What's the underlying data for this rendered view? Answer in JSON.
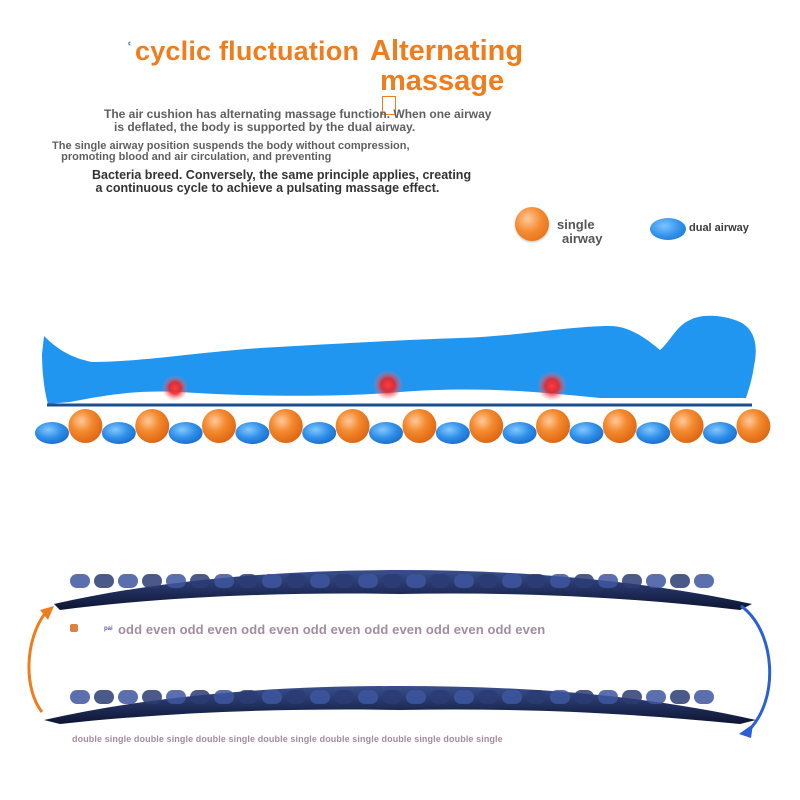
{
  "title": {
    "part1": "cyclic fluctuation",
    "part2_line1": "Alternating",
    "part2_line2": "massage"
  },
  "paragraphs": [
    "The air cushion has alternating massage function. When one airway\n   is deflated, the body is supported by the dual airway.",
    "The single airway position suspends the body without compression,\n   promoting blood and air circulation, and preventing",
    "Bacteria breed. Conversely, the same principle applies, creating\n a continuous cycle to achieve a pulsating massage effect."
  ],
  "legend": {
    "single_line1": "single",
    "single_line2": "airway",
    "dual": "dual airway"
  },
  "rows": {
    "top_prefix": "pai",
    "top_text": "odd even odd even odd even odd even odd even odd even odd even",
    "bottom_text": "double single double single double single double single double single double single double single"
  },
  "colors": {
    "orange": "#ef7d1e",
    "blue": "#2f8fe8",
    "navy": "#1d2a55",
    "hotspot": "#e8242a"
  },
  "diagram": {
    "pressure_points": 3,
    "single_airway_balls": 11,
    "dual_airway_ovals": 11
  }
}
